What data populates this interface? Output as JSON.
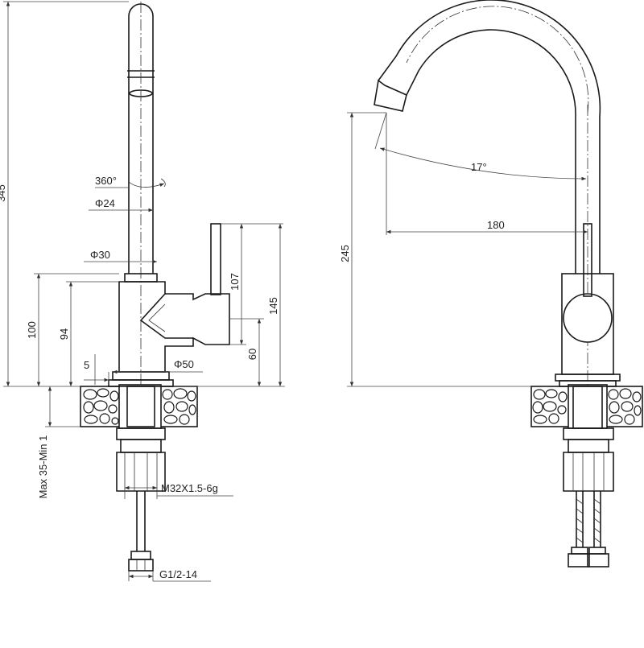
{
  "left_view": {
    "dims": {
      "total_height": "345",
      "rotation": "360°",
      "spout_diameter": "Φ24",
      "neck_diameter": "Φ30",
      "handle_height": "107",
      "lever_top_height": "145",
      "body_height": "100",
      "body_height_inner": "94",
      "lever_axis_height": "60",
      "base_step": "5",
      "base_diameter": "Φ50",
      "counter_thickness": "Max 35-Min 1",
      "shank_thread": "M32X1.5-6g",
      "hose_thread": "G1/2-14"
    }
  },
  "right_view": {
    "dims": {
      "swing_angle": "17°",
      "reach": "180",
      "outlet_height": "245"
    }
  },
  "colors": {
    "line": "#1a1a1a",
    "dimension": "#444444",
    "background": "#ffffff"
  }
}
